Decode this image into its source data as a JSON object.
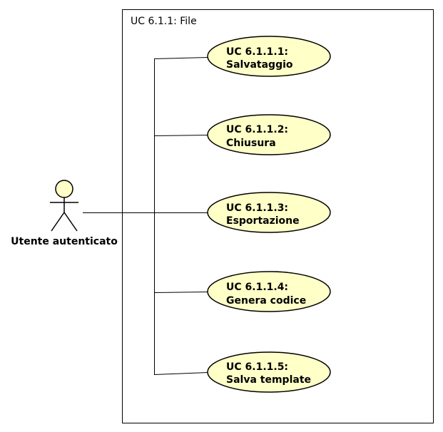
{
  "boundary": {
    "title": "UC 6.1.1: File"
  },
  "actor": {
    "name": "Utente autenticato"
  },
  "use_cases": [
    {
      "id": "UC 6.1.1.1:",
      "name": "Salvataggio"
    },
    {
      "id": "UC 6.1.1.2:",
      "name": "Chiusura"
    },
    {
      "id": "UC 6.1.1.3:",
      "name": "Esportazione"
    },
    {
      "id": "UC 6.1.1.4:",
      "name": "Genera codice"
    },
    {
      "id": "UC 6.1.1.5:",
      "name": "Salva template"
    }
  ],
  "colors": {
    "use_case_fill": "#FFFFC8",
    "actor_head_fill": "#FFFFC8",
    "stroke": "#000000"
  }
}
